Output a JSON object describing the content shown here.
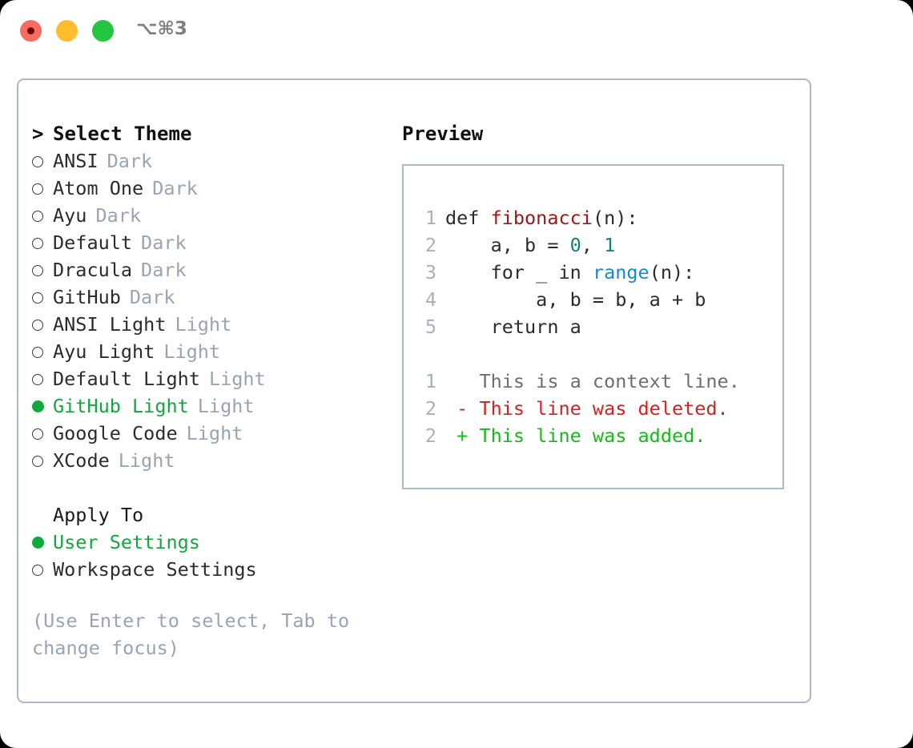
{
  "window": {
    "shortcut": "⌥⌘3",
    "traffic_lights": [
      {
        "name": "close",
        "color": "#fb6a5e"
      },
      {
        "name": "minimize",
        "color": "#ffbd2e"
      },
      {
        "name": "zoom",
        "color": "#24c63f"
      }
    ]
  },
  "theme_selector": {
    "caret": ">",
    "title": "Select Theme",
    "bullet_selected": "●",
    "bullet_unselected": "○",
    "selected_color": "#11a83e",
    "items": [
      {
        "label": "ANSI",
        "tag": "Dark",
        "selected": false
      },
      {
        "label": "Atom One",
        "tag": "Dark",
        "selected": false
      },
      {
        "label": "Ayu",
        "tag": "Dark",
        "selected": false
      },
      {
        "label": "Default",
        "tag": "Dark",
        "selected": false
      },
      {
        "label": "Dracula",
        "tag": "Dark",
        "selected": false
      },
      {
        "label": "GitHub",
        "tag": "Dark",
        "selected": false
      },
      {
        "label": "ANSI Light",
        "tag": "Light",
        "selected": false
      },
      {
        "label": "Ayu Light",
        "tag": "Light",
        "selected": false
      },
      {
        "label": "Default Light",
        "tag": "Light",
        "selected": false
      },
      {
        "label": "GitHub Light",
        "tag": "Light",
        "selected": true
      },
      {
        "label": "Google Code",
        "tag": "Light",
        "selected": false
      },
      {
        "label": "XCode",
        "tag": "Light",
        "selected": false
      }
    ]
  },
  "apply_to": {
    "title": "Apply To",
    "items": [
      {
        "label": "User Settings",
        "selected": true
      },
      {
        "label": "Workspace Settings",
        "selected": false
      }
    ]
  },
  "hint": "(Use Enter to select, Tab to change focus)",
  "preview": {
    "title": "Preview",
    "code_lines": [
      {
        "no": "1",
        "tokens": [
          {
            "t": "def ",
            "c": "plain"
          },
          {
            "t": "fibonacci",
            "c": "func"
          },
          {
            "t": "(n):",
            "c": "plain"
          }
        ]
      },
      {
        "no": "2",
        "tokens": [
          {
            "t": "    a, b = ",
            "c": "plain"
          },
          {
            "t": "0",
            "c": "num"
          },
          {
            "t": ", ",
            "c": "plain"
          },
          {
            "t": "1",
            "c": "num"
          }
        ]
      },
      {
        "no": "3",
        "tokens": [
          {
            "t": "    for _ in ",
            "c": "plain"
          },
          {
            "t": "range",
            "c": "call"
          },
          {
            "t": "(n):",
            "c": "plain"
          }
        ]
      },
      {
        "no": "4",
        "tokens": [
          {
            "t": "        a, b = b, a + b",
            "c": "plain"
          }
        ]
      },
      {
        "no": "5",
        "tokens": [
          {
            "t": "    return a",
            "c": "plain"
          }
        ]
      }
    ],
    "diff_lines": [
      {
        "no": "1",
        "marker": " ",
        "text": "This is a context line.",
        "kind": "context"
      },
      {
        "no": "2",
        "marker": "-",
        "text": "This line was deleted.",
        "kind": "del"
      },
      {
        "no": "2",
        "marker": "+",
        "text": "This line was added.",
        "kind": "add"
      }
    ]
  }
}
